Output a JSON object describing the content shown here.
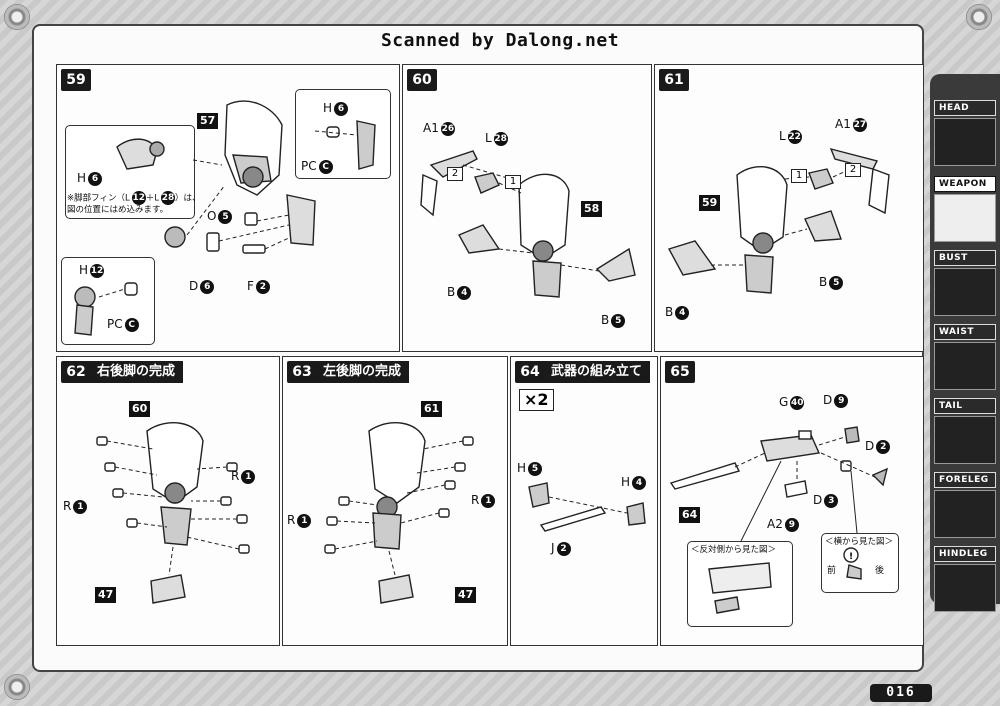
{
  "header": {
    "scan_title": "Scanned by Dalong.net"
  },
  "page_number": "016",
  "sidebar": {
    "tabs": [
      {
        "label": "HEAD",
        "active": false
      },
      {
        "label": "WEAPON",
        "active": true
      },
      {
        "label": "BUST",
        "active": false
      },
      {
        "label": "WAIST",
        "active": false
      },
      {
        "label": "TAIL",
        "active": false
      },
      {
        "label": "FORELEG",
        "active": false
      },
      {
        "label": "HINDLEG",
        "active": false
      }
    ]
  },
  "steps": {
    "s59": {
      "num": "59",
      "note_line1": "※脚部フィン（L",
      "note_n1": "12",
      "note_mid": "＋L",
      "note_n2": "28",
      "note_line1_end": "）は、",
      "note_line2": "図の位置にはめ込みます。",
      "labels": {
        "ref": "57",
        "h_top_l": "H",
        "h_top_n": "6",
        "h_tr_l": "H",
        "h_tr_n": "6",
        "pc_tr_l": "PC",
        "pc_tr_n": "C",
        "o_l": "O",
        "o_n": "5",
        "d_l": "D",
        "d_n": "6",
        "f_l": "F",
        "f_n": "2",
        "h_bl_l": "H",
        "h_bl_n": "12",
        "pc_bl_l": "PC",
        "pc_bl_n": "C"
      }
    },
    "s60": {
      "num": "60",
      "labels": {
        "a1_l": "A1",
        "a1_n": "26",
        "l_l": "L",
        "l_n": "28",
        "box1": "1",
        "box2": "2",
        "ref": "58",
        "b_left_l": "B",
        "b_left_n": "4",
        "b_right_l": "B",
        "b_right_n": "5"
      }
    },
    "s61": {
      "num": "61",
      "labels": {
        "l_l": "L",
        "l_n": "22",
        "a1_l": "A1",
        "a1_n": "27",
        "box1": "1",
        "box2": "2",
        "ref": "59",
        "b_right_l": "B",
        "b_right_n": "5",
        "b_left_l": "B",
        "b_left_n": "4"
      }
    },
    "s62": {
      "num": "62",
      "title": "右後脚の完成",
      "labels": {
        "ref_top": "60",
        "r_right_l": "R",
        "r_right_n": "1",
        "r_left_l": "R",
        "r_left_n": "1",
        "ref_bottom": "47"
      }
    },
    "s63": {
      "num": "63",
      "title": "左後脚の完成",
      "labels": {
        "ref_top": "61",
        "r_right_l": "R",
        "r_right_n": "1",
        "r_left_l": "R",
        "r_left_n": "1",
        "ref_bottom": "47"
      }
    },
    "s64": {
      "num": "64",
      "title": "武器の組み立て",
      "mult": "×2",
      "labels": {
        "h_left_l": "H",
        "h_left_n": "5",
        "h_right_l": "H",
        "h_right_n": "4",
        "j_l": "J",
        "j_n": "2"
      }
    },
    "s65": {
      "num": "65",
      "labels": {
        "g_l": "G",
        "g_n": "40",
        "d_top_l": "D",
        "d_top_n": "9",
        "d_right_l": "D",
        "d_right_n": "2",
        "d_mid_l": "D",
        "d_mid_n": "3",
        "a2_l": "A2",
        "a2_n": "9",
        "ref": "64",
        "view_opposite": "＜反対側から見た図＞",
        "view_side": "＜横から見た図＞",
        "front": "前",
        "back": "後"
      }
    }
  }
}
